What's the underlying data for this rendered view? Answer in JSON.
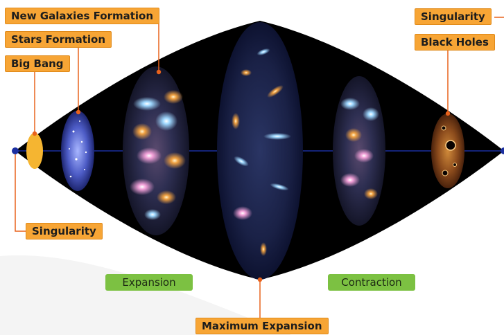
{
  "labels": {
    "new_galaxies_formation": "New Galaxies Formation",
    "stars_formation": "Stars  Formation",
    "big_bang": "Big Bang",
    "singularity_start": "Singularity",
    "singularity_end": "Singularity",
    "black_holes": "Black Holes",
    "maximum_expansion": "Maximum Expansion"
  },
  "phases": {
    "expansion": "Expansion",
    "contraction": "Contraction"
  },
  "colors": {
    "label_orange": "#f7a535",
    "connector_orange": "#e8621c",
    "phase_green": "#7cc142",
    "axis_blue": "#1b2fa0",
    "universe_black": "#000000",
    "big_bang_yellow": "#f5b531"
  }
}
